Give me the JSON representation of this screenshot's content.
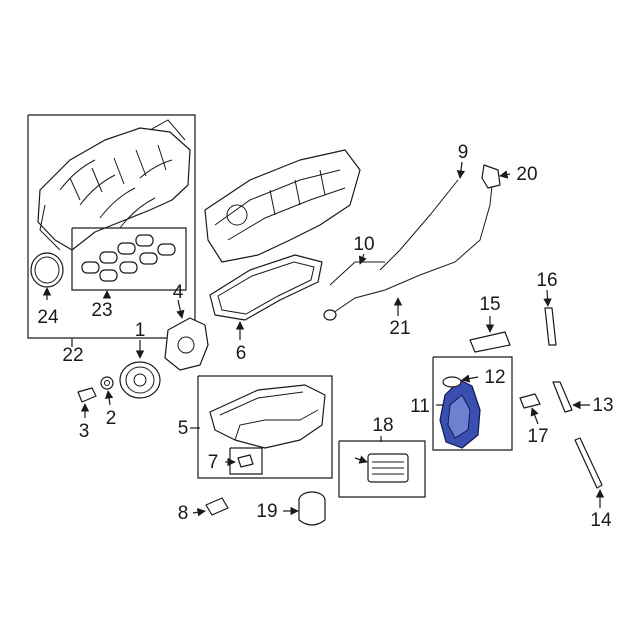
{
  "diagram": {
    "labels": {
      "l1": "1",
      "l2": "2",
      "l3": "3",
      "l4": "4",
      "l5": "5",
      "l6": "6",
      "l7": "7",
      "l8": "8",
      "l9": "9",
      "l10": "10",
      "l11": "11",
      "l12": "12",
      "l13": "13",
      "l14": "14",
      "l15": "15",
      "l16": "16",
      "l17": "17",
      "l18": "18",
      "l19": "19",
      "l20": "20",
      "l21": "21",
      "l22": "22",
      "l23": "23",
      "l24": "24"
    },
    "highlight_color": "#3a4fb0",
    "highlighted_part": "11"
  }
}
